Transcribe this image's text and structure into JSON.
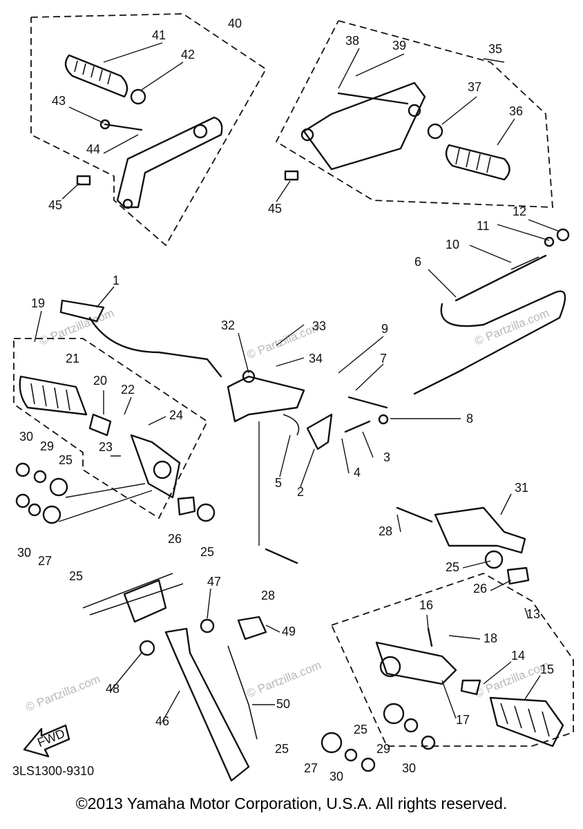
{
  "diagram": {
    "part_labels": [
      "1",
      "2",
      "3",
      "4",
      "5",
      "6",
      "7",
      "8",
      "9",
      "10",
      "11",
      "12",
      "13",
      "14",
      "15",
      "16",
      "17",
      "18",
      "19",
      "20",
      "21",
      "22",
      "23",
      "24",
      "25",
      "26",
      "27",
      "28",
      "29",
      "30",
      "31",
      "32",
      "33",
      "34",
      "35",
      "36",
      "37",
      "38",
      "39",
      "40",
      "41",
      "42",
      "43",
      "44",
      "45",
      "46",
      "47",
      "48",
      "49",
      "50"
    ],
    "diagram_code": "3LS1300-9310",
    "fwd_label": "FWD",
    "watermark": "© Partzilla.com"
  },
  "footer": {
    "copyright": "©2013 Yamaha Motor Corporation, U.S.A. All rights reserved."
  }
}
